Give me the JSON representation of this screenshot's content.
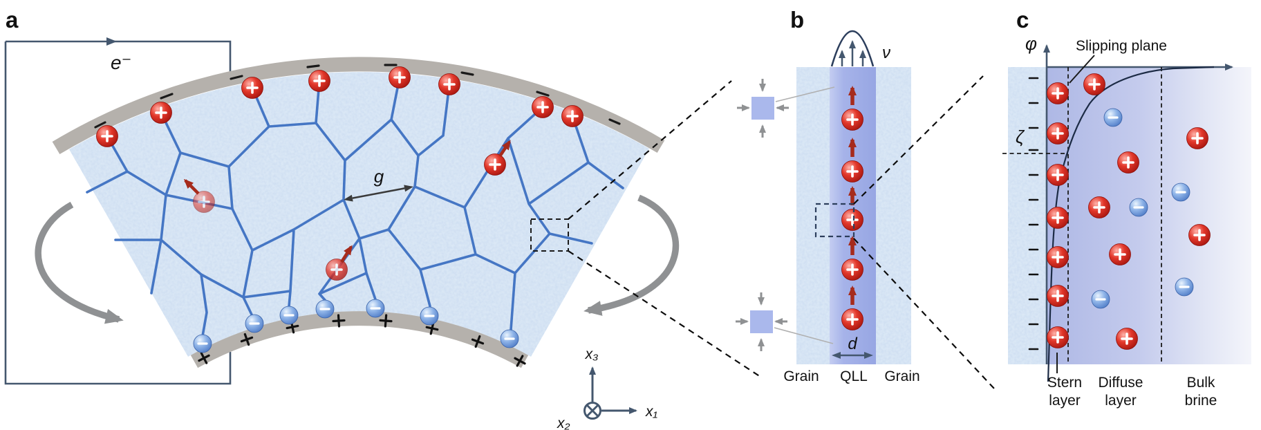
{
  "panel_a": {
    "label": "a",
    "electron_label": "e⁻",
    "grain_size_label": "g",
    "axis_labels": {
      "x1": "x₁",
      "x2": "x₂",
      "x3": "x₃"
    },
    "top_electrode": {
      "polarity_symbol": "−",
      "symbol_count": 8
    },
    "bottom_electrode": {
      "polarity_symbol": "+",
      "symbol_count": 8
    },
    "cation_symbol": "+",
    "anion_symbol": "−"
  },
  "panel_b": {
    "label": "b",
    "velocity_label": "ν",
    "qll_width_label": "d",
    "region_labels": [
      "Grain",
      "QLL",
      "Grain"
    ]
  },
  "panel_c": {
    "label": "c",
    "potential_axis_label": "φ",
    "zeta_label": "ζ",
    "slipping_plane_label": "Slipping plane",
    "surface_charge_symbol": "−",
    "surface_charge_count": 12,
    "layer_labels": {
      "stern": [
        "Stern",
        "layer"
      ],
      "diffuse": [
        "Diffuse",
        "layer"
      ],
      "bulk": [
        "Bulk",
        "brine"
      ]
    }
  },
  "colors": {
    "ice": "#dce9f6",
    "grain_boundary": "#4576c4",
    "qll": "#a4b1e7",
    "electrode_gray": "#b5b1ac",
    "cation_red": "#c41f17",
    "anion_blue": "#5b8bd4",
    "wire_navy": "#44576e",
    "rotation_arrow_gray": "#8f9193"
  }
}
